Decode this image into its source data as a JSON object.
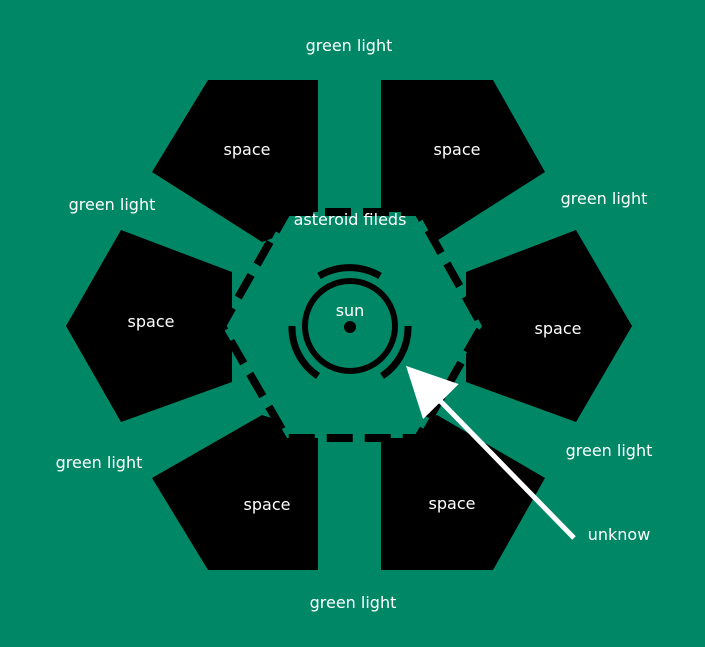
{
  "colors": {
    "background": "#008866",
    "space": "#000000",
    "label": "#ffffff"
  },
  "labels": {
    "sun": "sun",
    "asteroid_fields": "asteroid fileds",
    "unknown": "unknow",
    "space_top_left": "space",
    "space_top_right": "space",
    "space_left": "space",
    "space_right": "space",
    "space_bottom_left": "space",
    "space_bottom_right": "space",
    "green_light_top": "green light",
    "green_light_upper_left": "green light",
    "green_light_upper_right": "green light",
    "green_light_lower_left": "green light",
    "green_light_lower_right": "green light",
    "green_light_bottom": "green light"
  }
}
